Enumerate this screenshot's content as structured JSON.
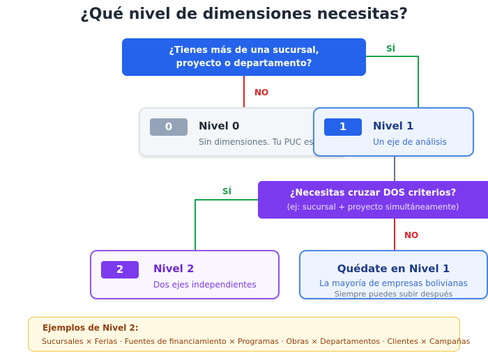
{
  "title": "¿Qué nivel de dimensiones necesitas?",
  "question1": {
    "line1": "¿Tienes más de una sucursal,",
    "line2": "proyecto o departamento?"
  },
  "question2": {
    "line1": "¿Necesitas cruzar DOS criterios?",
    "line2": "(ej: sucursal + proyecto simultáneamente)"
  },
  "labels": {
    "yes": "SÍ",
    "no": "NO"
  },
  "level0": {
    "badge": "0",
    "title": "Nivel 0",
    "subtitle": "Sin dimensiones. Tu PUC es suficiente"
  },
  "level1": {
    "badge": "1",
    "title": "Nivel 1",
    "subtitle": "Un eje de análisis"
  },
  "level2": {
    "badge": "2",
    "title": "Nivel 2",
    "subtitle": "Dos ejes independientes"
  },
  "stay": {
    "title": "Quédate en Nivel 1",
    "subtitle": "La mayoría de empresas bolivianas",
    "note": "Siempre puedes subir después"
  },
  "examples": {
    "title": "Ejemplos de Nivel 2:",
    "body": "Sucursales × Ferias · Fuentes de financiamiento × Programas · Obras × Departamentos · Clientes × Campañas"
  },
  "colors": {
    "primary": "#2563eb",
    "purple": "#7c3aed",
    "yes": "#16a34a",
    "no": "#dc2626",
    "neutral": "#94a3b8"
  }
}
